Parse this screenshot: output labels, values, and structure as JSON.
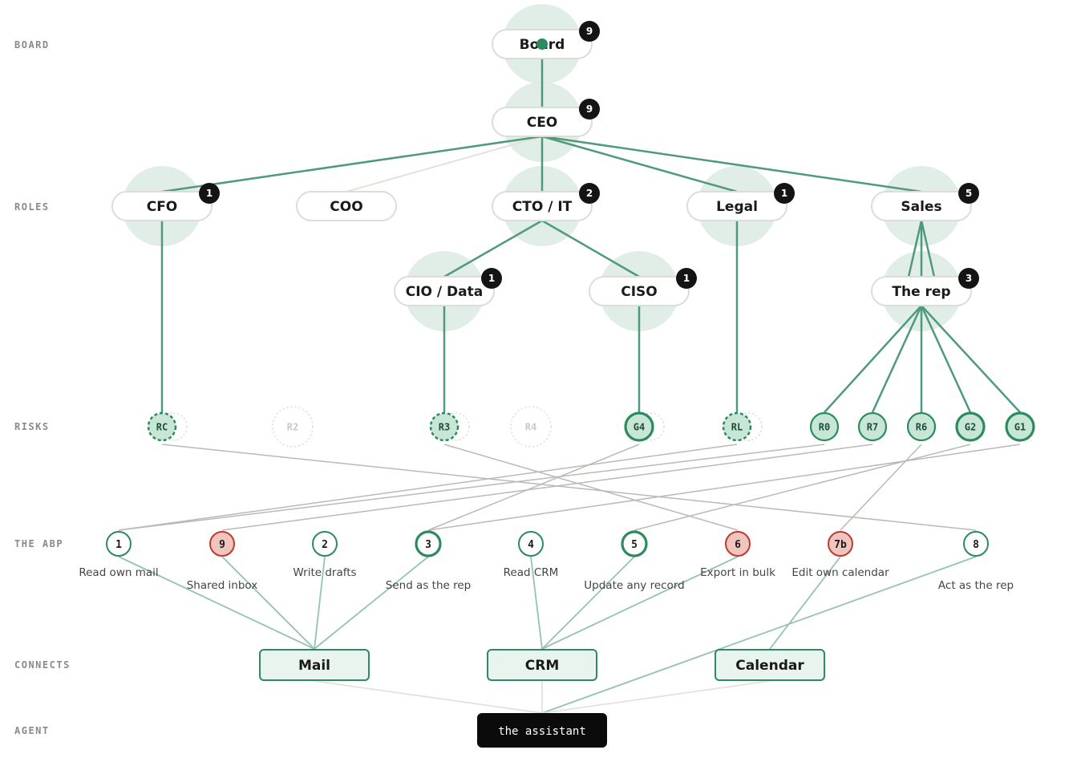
{
  "rows": {
    "board": "BOARD",
    "roles": "ROLES",
    "risks": "RISKS",
    "abp": "THE ABP",
    "connects": "CONNECTS",
    "agent": "AGENT"
  },
  "colors": {
    "edge_green": "#4f9a7e",
    "edge_faint": "#e2e2dc",
    "edge_grey": "#b9b9b6",
    "edge_abp": "#93c4ae",
    "node_green": "#2b8a5e",
    "node_red": "#c0392b",
    "risk_fill": "#c7e6d6",
    "red_fill": "#f0c4bf"
  },
  "roles": [
    {
      "id": "board",
      "label": "Board",
      "badge": "9"
    },
    {
      "id": "ceo",
      "label": "CEO",
      "badge": "9"
    },
    {
      "id": "cfo",
      "label": "CFO",
      "badge": "1"
    },
    {
      "id": "coo",
      "label": "COO",
      "badge": ""
    },
    {
      "id": "cto",
      "label": "CTO / IT",
      "badge": "2"
    },
    {
      "id": "legal",
      "label": "Legal",
      "badge": "1"
    },
    {
      "id": "sales",
      "label": "Sales",
      "badge": "5"
    },
    {
      "id": "cio",
      "label": "CIO / Data",
      "badge": "1"
    },
    {
      "id": "ciso",
      "label": "CISO",
      "badge": "1"
    },
    {
      "id": "rep",
      "label": "The rep",
      "badge": "3"
    }
  ],
  "risks": [
    {
      "id": "RC",
      "label": "RC",
      "state": "dashed"
    },
    {
      "id": "R2",
      "label": "R2",
      "state": "dim"
    },
    {
      "id": "R3",
      "label": "R3",
      "state": "dashed"
    },
    {
      "id": "R4",
      "label": "R4",
      "state": "dim"
    },
    {
      "id": "G4",
      "label": "G4",
      "state": "bold"
    },
    {
      "id": "RL",
      "label": "RL",
      "state": "dashed"
    },
    {
      "id": "R0",
      "label": "R0",
      "state": "solid"
    },
    {
      "id": "R7",
      "label": "R7",
      "state": "solid"
    },
    {
      "id": "R6",
      "label": "R6",
      "state": "solid"
    },
    {
      "id": "G2",
      "label": "G2",
      "state": "bold"
    },
    {
      "id": "G1",
      "label": "G1",
      "state": "bold"
    }
  ],
  "abp": [
    {
      "id": "1",
      "label": "Read own mail",
      "tone": "green"
    },
    {
      "id": "9",
      "label": "Shared inbox",
      "tone": "red"
    },
    {
      "id": "2",
      "label": "Write drafts",
      "tone": "green"
    },
    {
      "id": "3",
      "label": "Send as the rep",
      "tone": "green-bold"
    },
    {
      "id": "4",
      "label": "Read CRM",
      "tone": "green"
    },
    {
      "id": "5",
      "label": "Update any record",
      "tone": "green-bold"
    },
    {
      "id": "6",
      "label": "Export in bulk",
      "tone": "red"
    },
    {
      "id": "7b",
      "label": "Edit own calendar",
      "tone": "red"
    },
    {
      "id": "8",
      "label": "Act as the rep",
      "tone": "green"
    }
  ],
  "connects": [
    {
      "id": "mail",
      "label": "Mail"
    },
    {
      "id": "crm",
      "label": "CRM"
    },
    {
      "id": "calendar",
      "label": "Calendar"
    }
  ],
  "agent": {
    "label": "the assistant"
  }
}
